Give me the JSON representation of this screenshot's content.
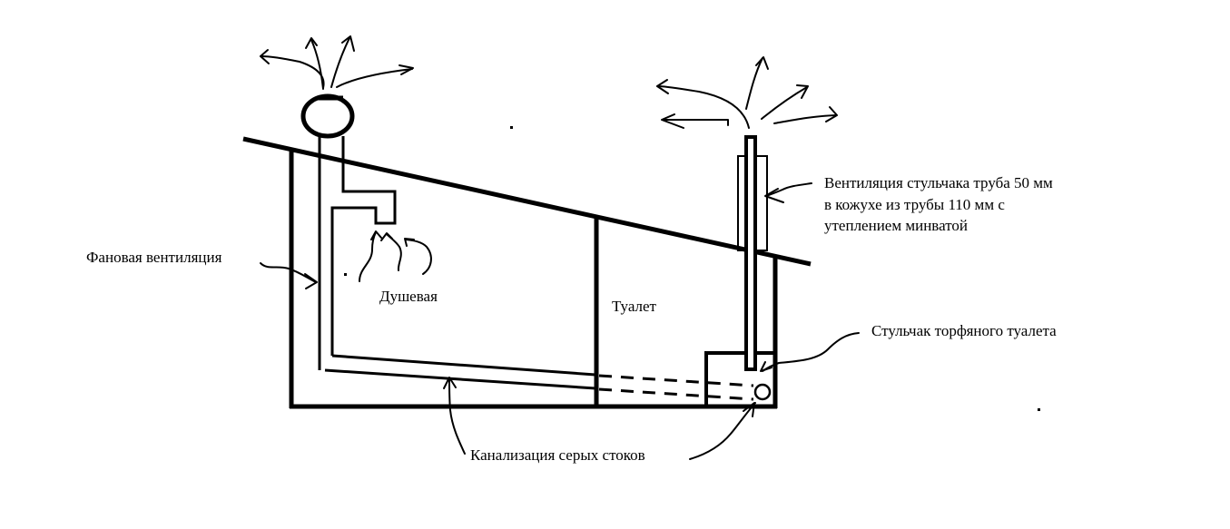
{
  "diagram": {
    "type": "schematic",
    "subject": "bathhouse shower and peat toilet ventilation / drainage",
    "labels": {
      "fan_ventilation": "Фановая вентиляция",
      "shower_room": "Душевая",
      "toilet_room": "Туалет",
      "seat_ventilation_line1": "Вентиляция стульчака труба 50 мм",
      "seat_ventilation_line2": "в кожухе из трубы 110 мм с",
      "seat_ventilation_line3": "утеплением минватой",
      "peat_toilet_seat": "Стульчак торфяного туалета",
      "grey_water_sewer": "Канализация серых стоков"
    },
    "colors": {
      "ink": "#000000",
      "background": "#ffffff"
    }
  }
}
